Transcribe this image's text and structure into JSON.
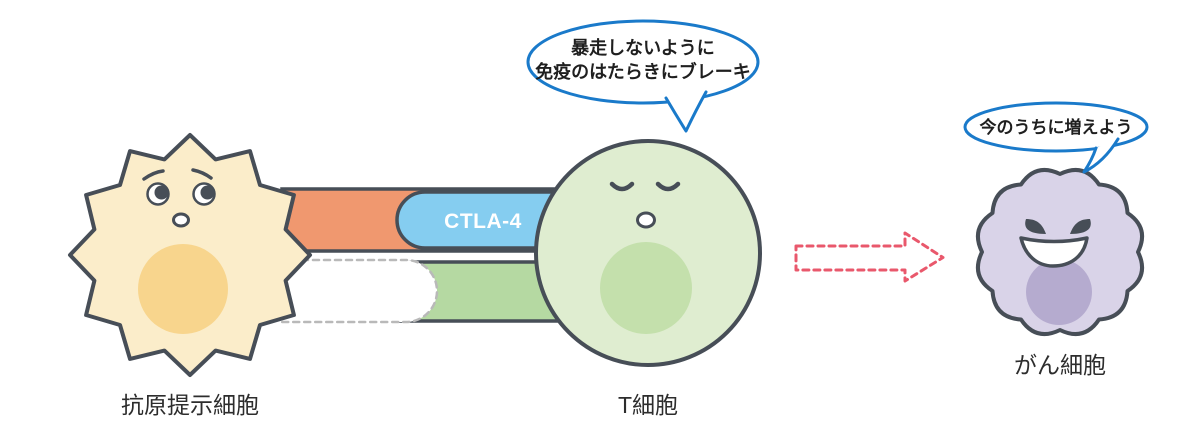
{
  "cells": {
    "apc": {
      "label": "抗原提示細胞"
    },
    "tcell": {
      "label": "T細胞"
    },
    "cancer": {
      "label": "がん細胞"
    }
  },
  "receptor": {
    "label": "CTLA-4"
  },
  "bubbles": {
    "tcell": {
      "line1": "暴走しないように",
      "line2": "免疫のはたらきにブレーキ"
    },
    "cancer": {
      "text": "今のうちに増えよう"
    }
  },
  "colors": {
    "outline": "#474E57",
    "apc_fill": "#FBEDCA",
    "apc_nucleus": "#F8D58D",
    "tcell_fill": "#DFEDD0",
    "tcell_nucleus": "#C4E0AC",
    "cancer_fill": "#D9D3E8",
    "cancer_nucleus": "#B5ABCF",
    "ligand_top": "#F0986F",
    "ctla4_pill": "#85CDF0",
    "ligand_bottom": "#B5D9A2",
    "blocked_receptor_border": "#B9B9B9",
    "bubble_outline": "#1A7ACA",
    "arrow": "#E9586C",
    "label_text": "#2D2D2D",
    "receptor_text": "#FFFFFF"
  }
}
